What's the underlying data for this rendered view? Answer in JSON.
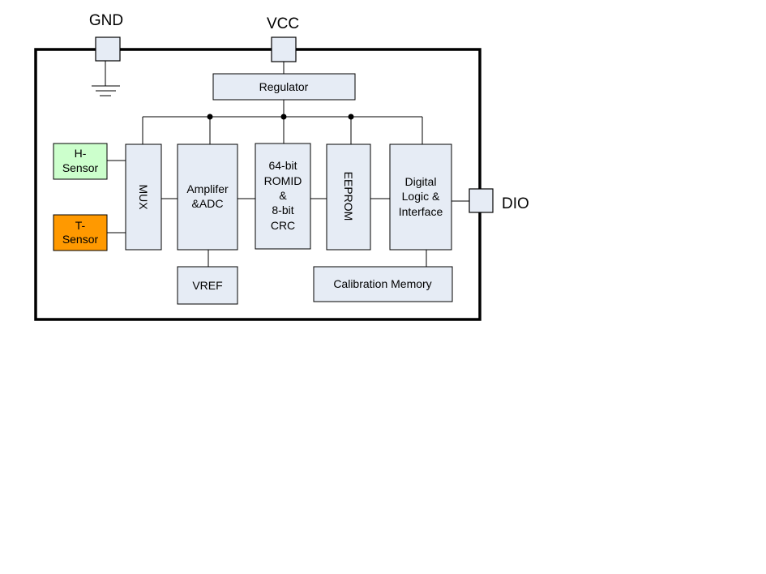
{
  "pins": {
    "gnd": "GND",
    "vcc": "VCC",
    "dio": "DIO"
  },
  "blocks": {
    "regulator": "Regulator",
    "h_sensor": [
      "H-",
      "Sensor"
    ],
    "t_sensor": [
      "T-",
      "Sensor"
    ],
    "mux": "MUX",
    "amplifier": [
      "Amplifer",
      "&ADC"
    ],
    "romid": [
      "64-bit",
      "ROMID",
      "&",
      "8-bit",
      "CRC"
    ],
    "eeprom": "EEPROM",
    "digital": [
      "Digital",
      "Logic &",
      "Interface"
    ],
    "vref": "VREF",
    "calibration": "Calibration Memory"
  },
  "colors": {
    "block_fill": "#e6ecf5",
    "h_sensor_fill": "#ccffcc",
    "t_sensor_fill": "#ff9900"
  }
}
